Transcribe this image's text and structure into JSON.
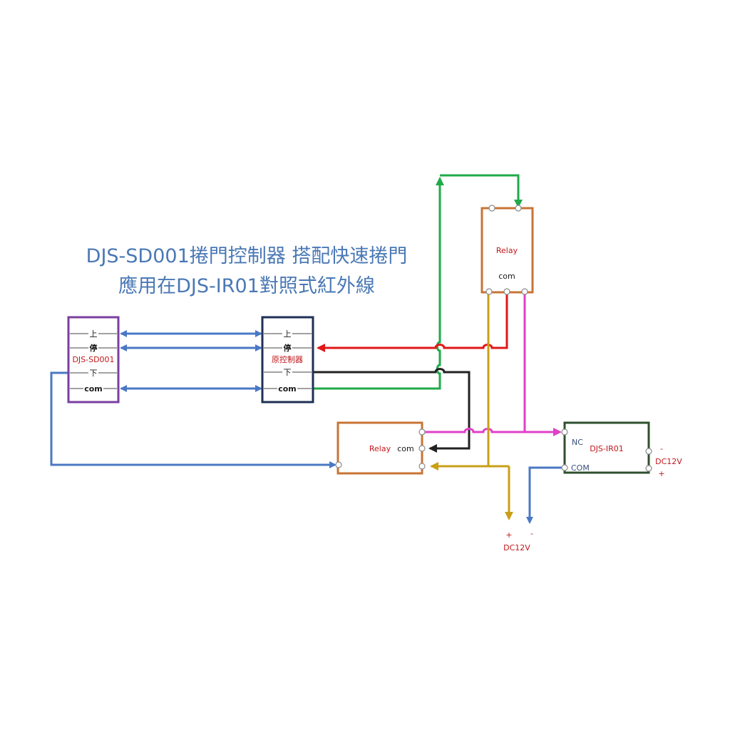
{
  "title": {
    "line1": "DJS-SD001捲門控制器 搭配快速捲門",
    "line2": "應用在DJS-IR01對照式紅外線"
  },
  "sd001": {
    "name": "DJS-SD001",
    "up": "上",
    "stop": "停",
    "down": "下",
    "com": "com"
  },
  "orig": {
    "name": "原控制器",
    "up": "上",
    "stop": "停",
    "down": "下",
    "com": "com"
  },
  "relay_top": {
    "name": "Relay",
    "com": "com"
  },
  "relay_bottom": {
    "name": "Relay",
    "com": "com"
  },
  "ir01": {
    "name": "DJS-IR01",
    "nc": "NC",
    "com": "COM",
    "minus": "-",
    "power": "DC12V",
    "plus": "+"
  },
  "power_bottom": {
    "plus": "+",
    "minus": "-",
    "label": "DC12V"
  },
  "colors": {
    "blue": "#4a78c4",
    "green": "#1faa4a",
    "red": "#e01818",
    "black": "#222222",
    "magenta": "#e040c8",
    "gold": "#c8a016",
    "purple_box": "#7a3fa0",
    "navy_box": "#1f2f55",
    "orange_box": "#c87434",
    "green_box": "#2f4f2f"
  }
}
